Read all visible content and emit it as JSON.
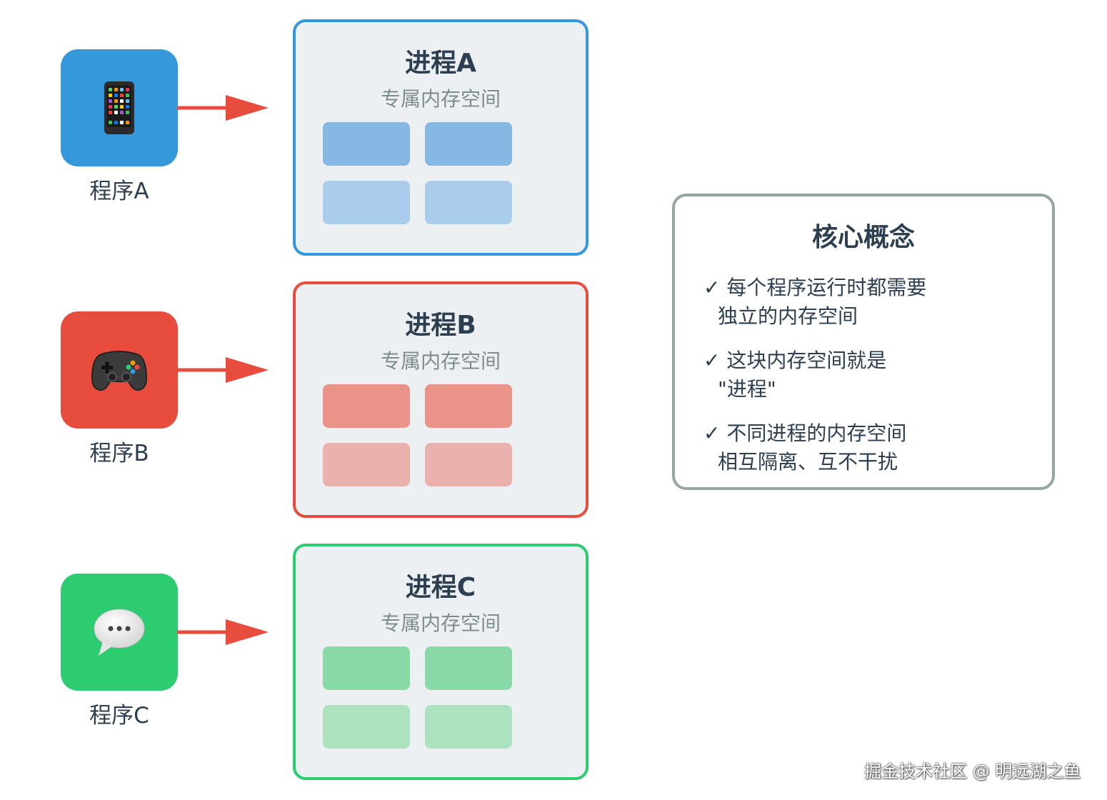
{
  "programs": [
    {
      "label": "程序A",
      "icon": "phone-icon",
      "color": "#3498db"
    },
    {
      "label": "程序B",
      "icon": "gamepad-icon",
      "color": "#e74c3c"
    },
    {
      "label": "程序C",
      "icon": "speech-bubble-icon",
      "color": "#2ecc71"
    }
  ],
  "processes": [
    {
      "title": "进程A",
      "subtitle": "专属内存空间",
      "border_color": "#3498db"
    },
    {
      "title": "进程B",
      "subtitle": "专属内存空间",
      "border_color": "#e74c3c"
    },
    {
      "title": "进程C",
      "subtitle": "专属内存空间",
      "border_color": "#2ecc71"
    }
  ],
  "arrow_color": "#e74c3c",
  "concept": {
    "title": "核心概念",
    "items": [
      {
        "line1": "✓ 每个程序运行时都需要",
        "line2": "独立的内存空间"
      },
      {
        "line1": "✓ 这块内存空间就是",
        "line2": "\"进程\""
      },
      {
        "line1": "✓ 不同进程的内存空间",
        "line2": "相互隔离、互不干扰"
      }
    ]
  },
  "watermark": "掘金技术社区 @ 明远湖之鱼"
}
